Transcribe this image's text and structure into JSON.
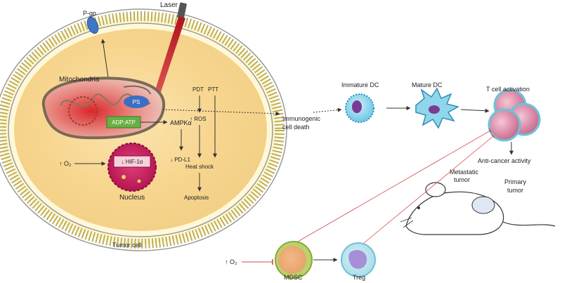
{
  "labels": {
    "pgp": "P-gp",
    "laser": "Laser",
    "mitochondria": "Mitochondria",
    "ps": "PS",
    "adp_atp": "ADP:ATP",
    "ampk": "AMPKα",
    "pdt": "PDT",
    "ptt": "PTT",
    "ros": "↑ ROS",
    "pdl1": "↓ PD-L1",
    "heat_shock": "Heat shock",
    "apoptosis": "Apoptosis",
    "o2_cell": "↑ O₂",
    "hif": "↓ HIF-1α",
    "nucleus": "Nucleus",
    "tumor_cell": "Tumor cell",
    "icd_line1": "Immunogenic",
    "icd_line2": "cell death",
    "immature_dc": "Immature DC",
    "mature_dc": "Mature DC",
    "t_cell_activation": "T cell activation",
    "anti_cancer": "Anti-cancer activity",
    "metastatic_line1": "Metastatic",
    "metastatic_line2": "tumor",
    "primary_line1": "Primary",
    "primary_line2": "tumor",
    "o2_mdsc": "↑ O₂",
    "mdsc": "MDSC",
    "treg": "Treg"
  }
}
